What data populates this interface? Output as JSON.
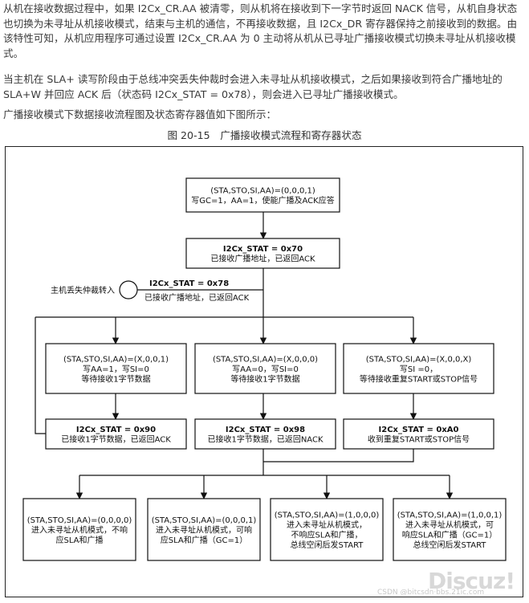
{
  "paragraphs": [
    "从机在接收数据过程中，如果 I2Cx_CR.AA 被清零，则从机将在接收到下一字节时返回 NACK 信号，从机自身状态也切换为未寻址从机接收模式，结束与主机的通信，不再接收数据，且 I2Cx_DR 寄存器保持之前接收到的数据。由该特性可知，从机应用程序可通过设置 I2Cx_CR.AA 为 0 主动将从机从已寻址广播接收模式切换未寻址从机接收模式。",
    "当主机在 SLA+ 读写阶段由于总线冲突丢失仲裁时会进入未寻址从机接收模式，之后如果接收到符合广播地址的 SLA+W 并回应 ACK 后（状态码 I2Cx_STAT = 0x78），则会进入已寻址广播接收模式。",
    "广播接收模式下数据接收流程图及状态寄存器值如下图所示："
  ],
  "caption": "图 20-15　广播接收模式流程和寄存器状态",
  "flowchart": {
    "start": [
      "(STA,STO,SI,AA)=(0,0,0,1)",
      "写GC=1，AA=1，使能广播及ACK应答"
    ],
    "s70": [
      "I2Cx_STAT = 0x70",
      "已接收广播地址，已返回ACK"
    ],
    "s78": [
      "I2Cx_STAT = 0x78",
      "已接收广播地址，已返回ACK"
    ],
    "arb_label": "主机丢失仲裁转入",
    "b1": [
      "(STA,STO,SI,AA)=(X,0,0,1)",
      "写AA=1，写SI=0",
      "等待接收1字节数据"
    ],
    "b2": [
      "(STA,STO,SI,AA)=(X,0,0,0)",
      "写AA=0，写SI=0",
      "等待接收1字节数据"
    ],
    "b3": [
      "(STA,STO,SI,AA)=(X,0,0,X)",
      "写SI =0，",
      "等待接收重复START或STOP信号"
    ],
    "s90": [
      "I2Cx_STAT = 0x90",
      "已接收1字节数据，已返回ACK"
    ],
    "s98": [
      "I2Cx_STAT = 0x98",
      "已接收1字节数据，已返回NACK"
    ],
    "sA0": [
      "I2Cx_STAT = 0xA0",
      "收到重复START或STOP信号"
    ],
    "e1": [
      "(STA,STO,SI,AA)=(0,0,0,0)",
      "进入未寻址从机模式，不响",
      "应SLA和广播"
    ],
    "e2": [
      "(STA,STO,SI,AA)=(0,0,0,1)",
      "进入未寻址从机模式，可响",
      "应SLA和广播（GC=1）"
    ],
    "e3": [
      "(STA,STO,SI,AA)=(1,0,0,0)",
      "进入未寻址从机模式，",
      "不响应SLA和广播，",
      "总线空闲后发START"
    ],
    "e4": [
      "(STA,STO,SI,AA)=(1,0,0,1)",
      "进入未寻址从机模式，可",
      "响应SLA和广播（GC=1）",
      "总线空闲后发START"
    ]
  },
  "watermark": "Discuz!",
  "csdn_mark": "CSDN @bitcsdn·bbs.21ic.com"
}
